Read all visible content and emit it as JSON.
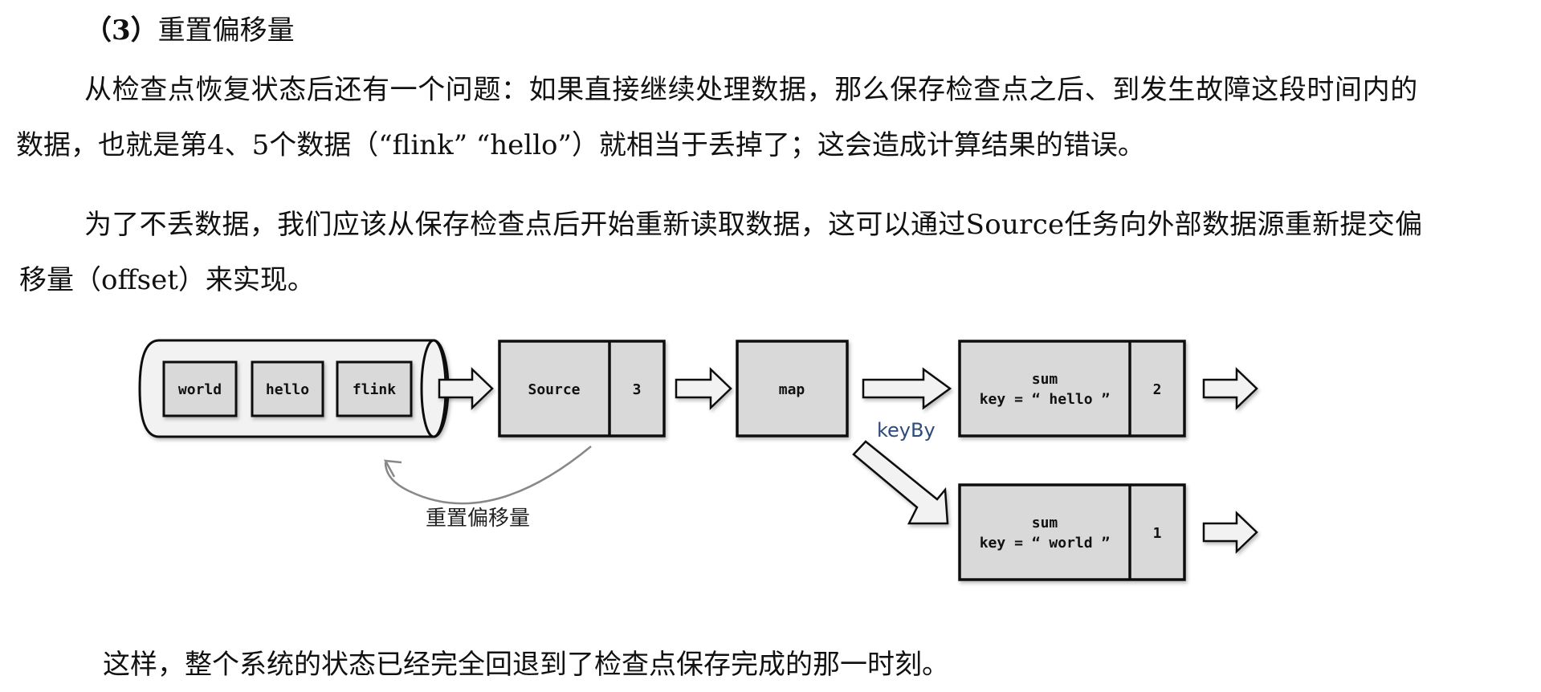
{
  "section": {
    "number_label": "（3）",
    "title": "重置偏移量"
  },
  "paragraphs": [
    {
      "line1": "从检查点恢复状态后还有一个问题：如果直接继续处理数据，那么保存检查点之后、到发生故障这段时间内的",
      "line2": "数据，也就是第4、5个数据（“flink” “hello”）就相当于丢掉了；这会造成计算结果的错误。"
    },
    {
      "line1": "为了不丢数据，我们应该从保存检查点后开始重新读取数据，这可以通过Source任务向外部数据源重新提交偏",
      "line2": "移量（offset）来实现。"
    },
    {
      "line1": "这样，整个系统的状态已经完全回退到了检查点保存完成的那一时刻。"
    }
  ],
  "diagram": {
    "queue_items": [
      "world",
      "hello",
      "flink"
    ],
    "source": {
      "label": "Source",
      "state": "3"
    },
    "map": {
      "label": "map"
    },
    "keyby_label": "keyBy",
    "sum_tasks": [
      {
        "title": "sum",
        "key_line": "key = “ hello ”",
        "state": "2"
      },
      {
        "title": "sum",
        "key_line": "key = “ world ”",
        "state": "1"
      }
    ],
    "reset_label": "重置偏移量",
    "colors": {
      "box_fill": "#d9d9d9",
      "arrow_fill": "#f2f2f2",
      "queue_fill": "#f2f2f2",
      "stroke": "#111111",
      "curve": "#888888",
      "keyby_text": "#2c4a7a"
    }
  }
}
